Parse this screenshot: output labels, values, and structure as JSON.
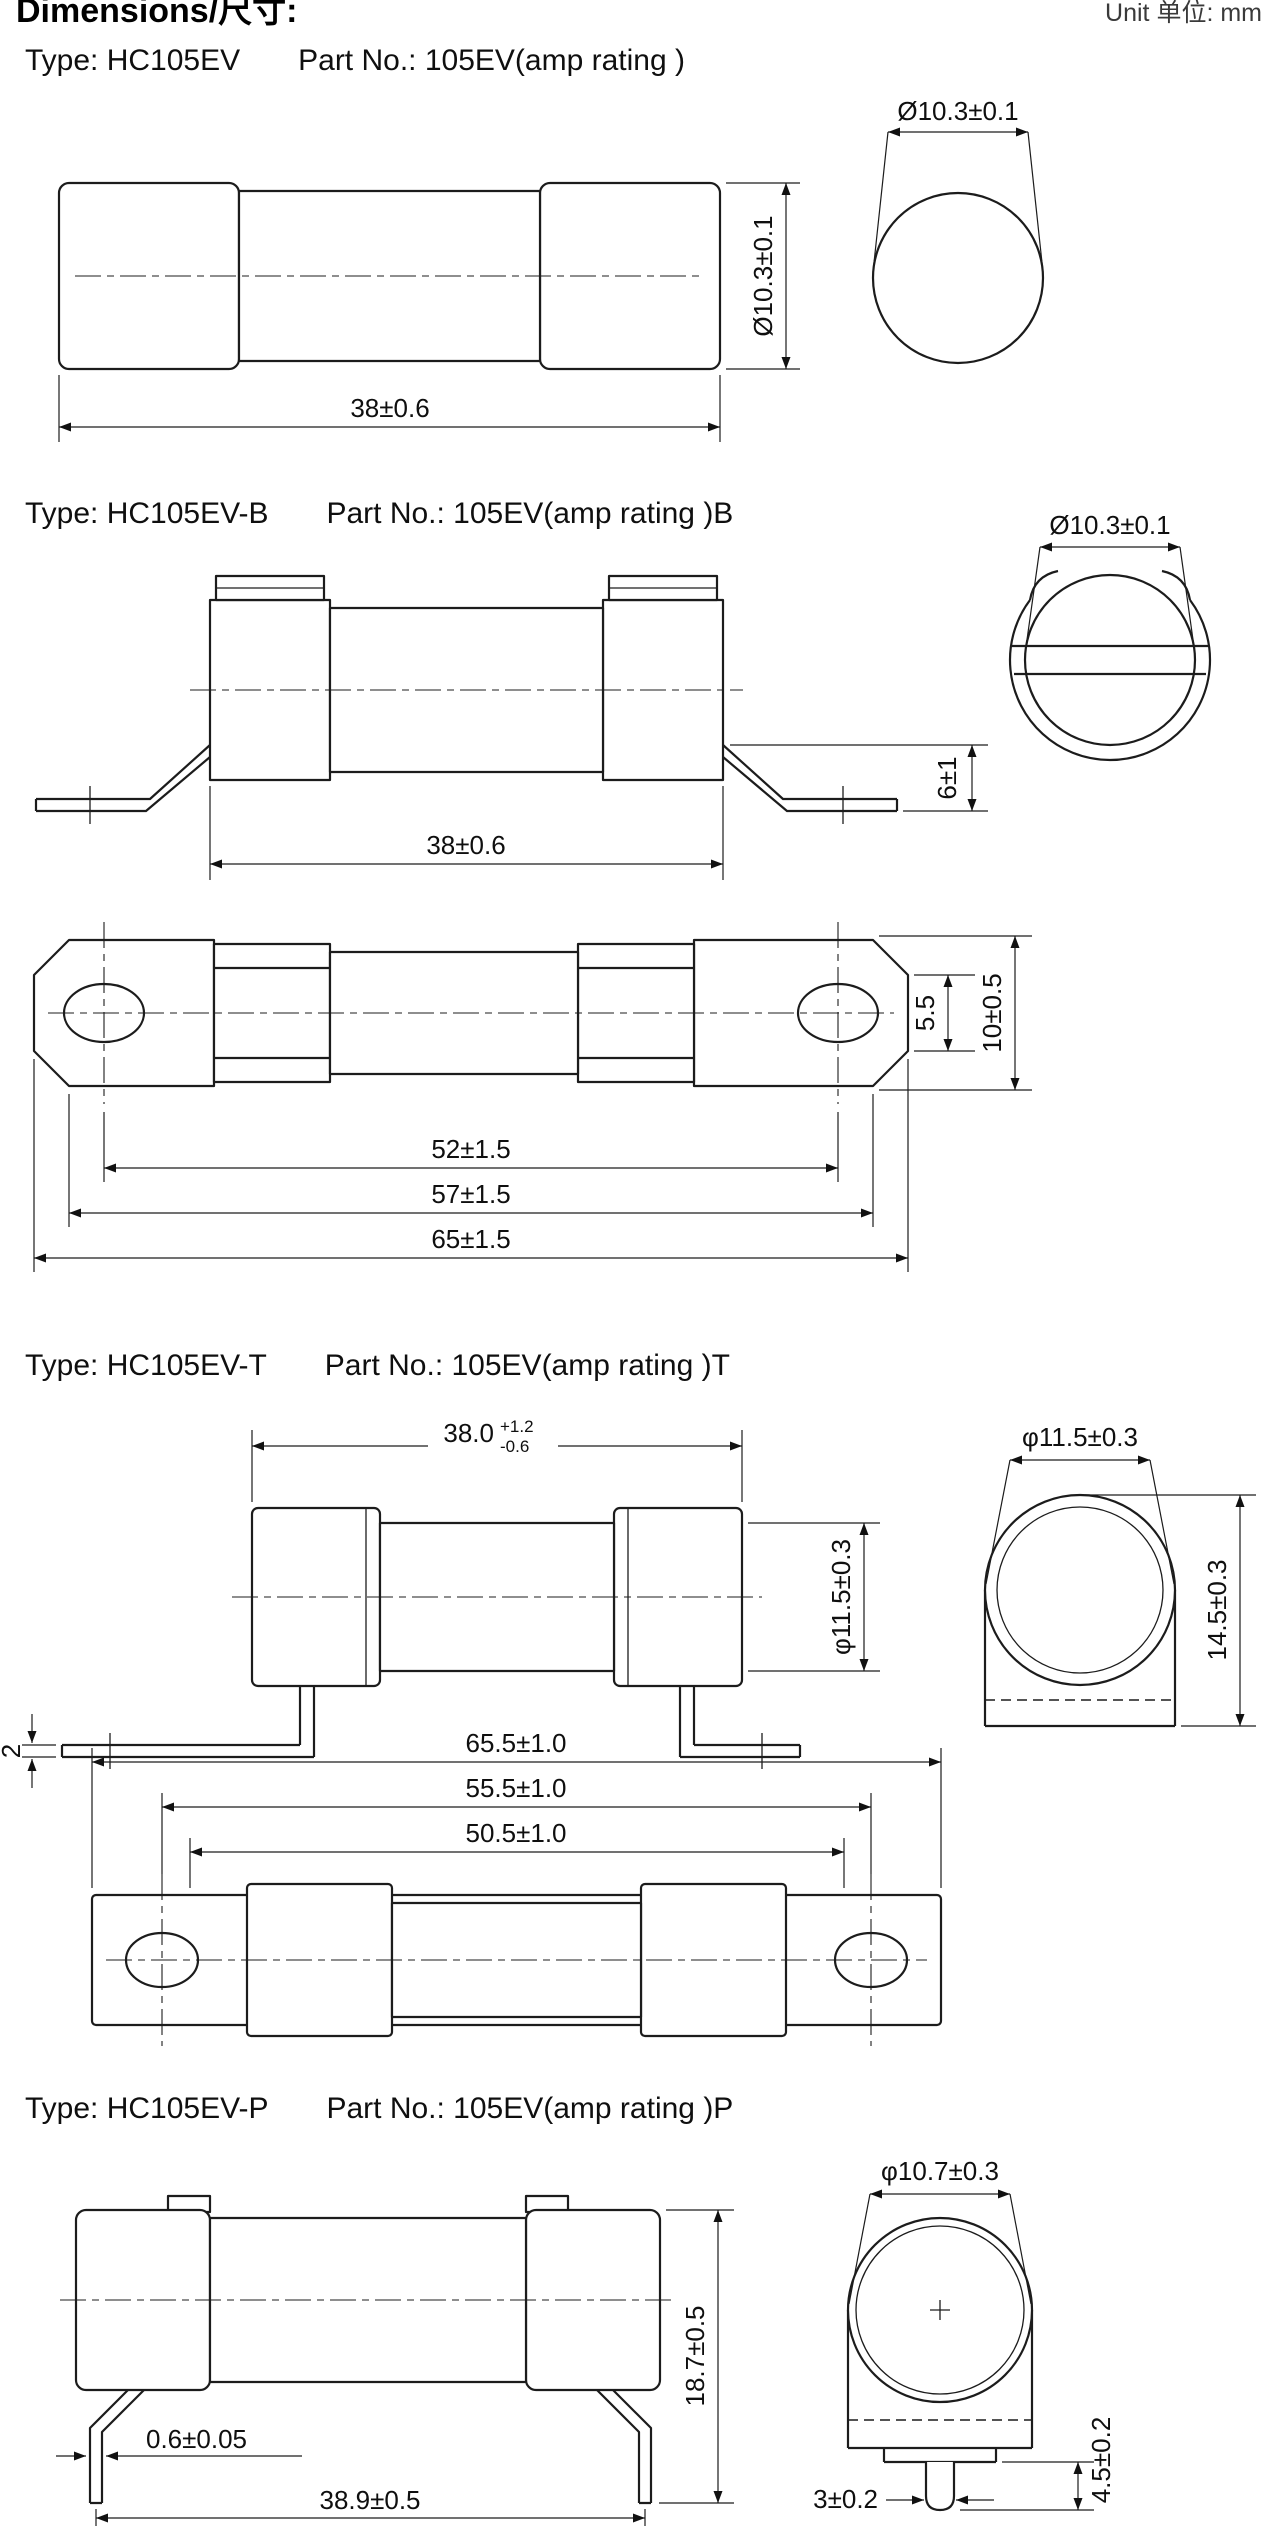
{
  "header": {
    "title": "Dimensions/尺寸:",
    "unit": "Unit 单位: mm"
  },
  "sections": {
    "ev": {
      "type": "Type: HC105EV",
      "part": "Part No.: 105EV(amp rating )",
      "side": {
        "length": "38±0.6",
        "diameter": "Ø10.3±0.1"
      },
      "end": {
        "diameter": "Ø10.3±0.1"
      }
    },
    "evb": {
      "type": "Type: HC105EV-B",
      "part": "Part No.: 105EV(amp rating )B",
      "side": {
        "length": "38±0.6",
        "tab_offset": "6±1"
      },
      "end": {
        "diameter": "Ø10.3±0.1"
      },
      "bottom": {
        "tab_end_width": "5.5",
        "tab_width": "10±0.5",
        "hole_pitch": "52±1.5",
        "tab_span": "57±1.5",
        "overall_length": "65±1.5"
      }
    },
    "evt": {
      "type": "Type: HC105EV-T",
      "part": "Part No.: 105EV(amp rating )T",
      "side": {
        "length_value": "38.0",
        "length_tol_plus": "+1.2",
        "length_tol_minus": "-0.6",
        "diameter": "φ11.5±0.3",
        "foot_thickness": "2"
      },
      "end": {
        "diameter": "φ11.5±0.3",
        "height": "14.5±0.3"
      },
      "bottom": {
        "overall_length": "65.5±1.0",
        "hole_pitch": "55.5±1.0",
        "inner_span": "50.5±1.0"
      }
    },
    "evp": {
      "type": "Type: HC105EV-P",
      "part": "Part No.: 105EV(amp rating )P",
      "side": {
        "pin_thickness": "0.6±0.05",
        "pin_pitch": "38.9±0.5",
        "height": "18.7±0.5"
      },
      "end": {
        "diameter": "φ10.7±0.3",
        "pin_length": "4.5±0.2",
        "pin_width": "3±0.2"
      }
    }
  }
}
